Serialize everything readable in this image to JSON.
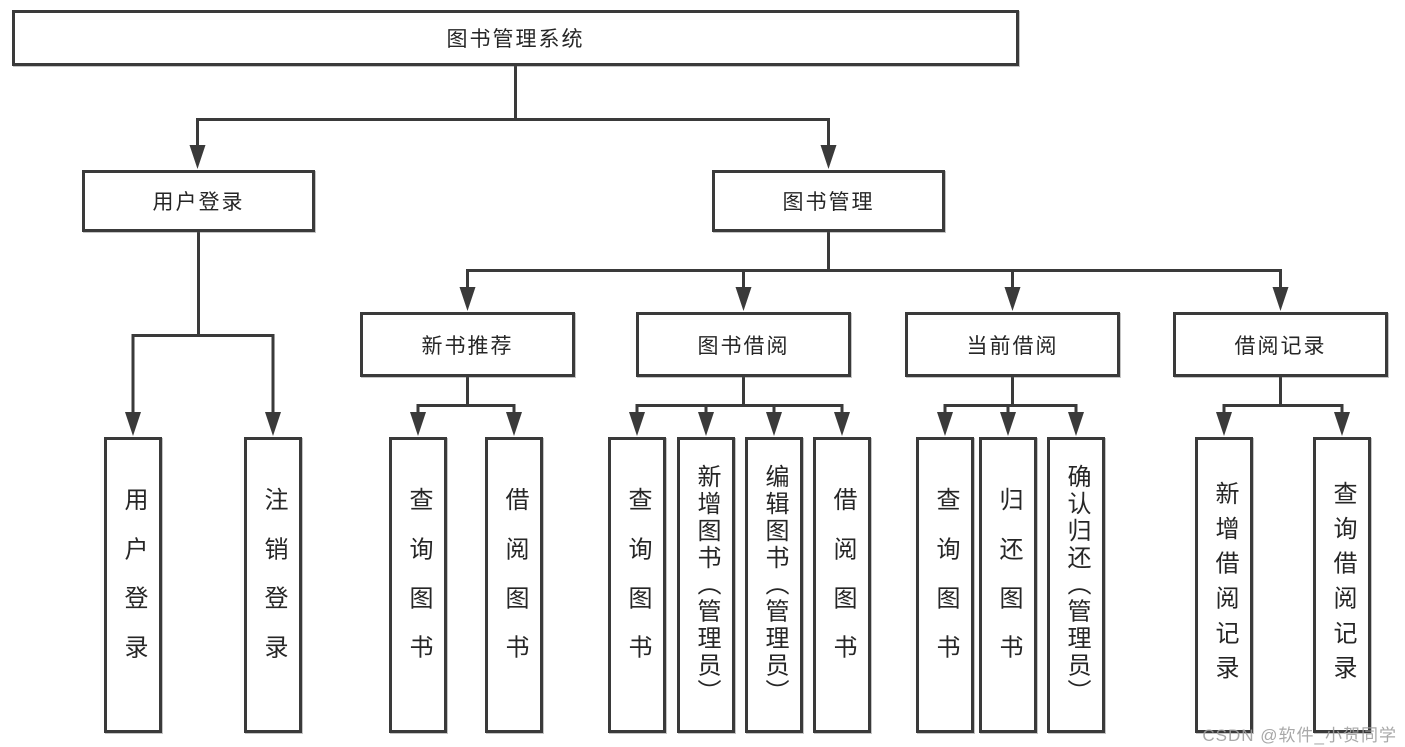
{
  "diagram": {
    "title": "图书管理系统",
    "root": {
      "label": "图书管理系统"
    },
    "level1": [
      {
        "label": "用户登录"
      },
      {
        "label": "图书管理"
      }
    ],
    "level2": [
      {
        "label": "新书推荐",
        "parent": "图书管理"
      },
      {
        "label": "图书借阅",
        "parent": "图书管理"
      },
      {
        "label": "当前借阅",
        "parent": "图书管理"
      },
      {
        "label": "借阅记录",
        "parent": "图书管理"
      }
    ],
    "leaves": [
      {
        "label": "用户登录",
        "parent": "用户登录"
      },
      {
        "label": "注销登录",
        "parent": "用户登录"
      },
      {
        "label": "查询图书",
        "parent": "新书推荐"
      },
      {
        "label": "借阅图书",
        "parent": "新书推荐"
      },
      {
        "label": "查询图书",
        "parent": "图书借阅"
      },
      {
        "label": "新增图书（管理员）",
        "parent": "图书借阅"
      },
      {
        "label": "编辑图书（管理员）",
        "parent": "图书借阅"
      },
      {
        "label": "借阅图书",
        "parent": "图书借阅"
      },
      {
        "label": "查询图书",
        "parent": "当前借阅"
      },
      {
        "label": "归还图书",
        "parent": "当前借阅"
      },
      {
        "label": "确认归还（管理员）",
        "parent": "当前借阅"
      },
      {
        "label": "新增借阅记录",
        "parent": "借阅记录"
      },
      {
        "label": "查询借阅记录",
        "parent": "借阅记录"
      }
    ],
    "colors": {
      "line": "#3a3a3a",
      "text": "#262626",
      "background": "#ffffff",
      "watermark": "#9e9e9e"
    },
    "watermark": {
      "text": "CSDN @软件_小贺同学"
    }
  }
}
